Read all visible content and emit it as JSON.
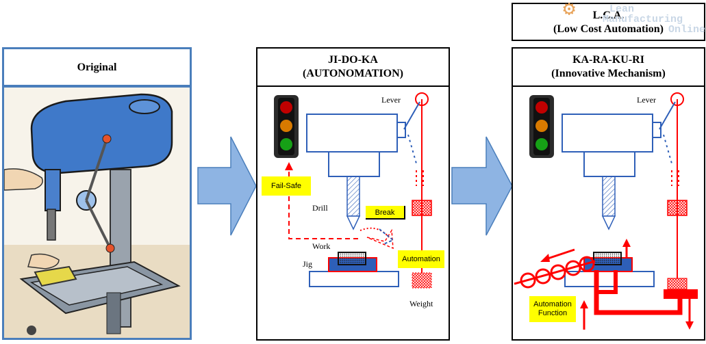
{
  "panels": {
    "original": {
      "title": "Original"
    },
    "jidoka": {
      "title_line1": "JI-DO-KA",
      "title_line2": "(AUTONOMATION)",
      "labels": {
        "lever": "Lever",
        "drill": "Drill",
        "work": "Work",
        "jig": "Jig",
        "weight": "Weight",
        "fail_safe": "Fail-Safe",
        "break": "Break",
        "automation": "Automation"
      }
    },
    "karakuri": {
      "lca_line1": "L.C.A.",
      "lca_line2": "(Low Cost Automation)",
      "title_line1": "KA-RA-KU-RI",
      "title_line2": "(Innovative Mechanism)",
      "labels": {
        "lever": "Lever",
        "automation_function_line1": "Automation",
        "automation_function_line2": "Function"
      }
    }
  },
  "watermark": {
    "line1": "Lean",
    "line2": "Manufacturing",
    "line3": "Online"
  },
  "colors": {
    "panel_border_blue": "#4a7ebb",
    "frame_black": "#000000",
    "arrow_fill": "#8eb4e3",
    "mechanism_red": "#ff0000",
    "machine_blue": "#2e5fb8",
    "label_yellow": "#ffff00"
  }
}
